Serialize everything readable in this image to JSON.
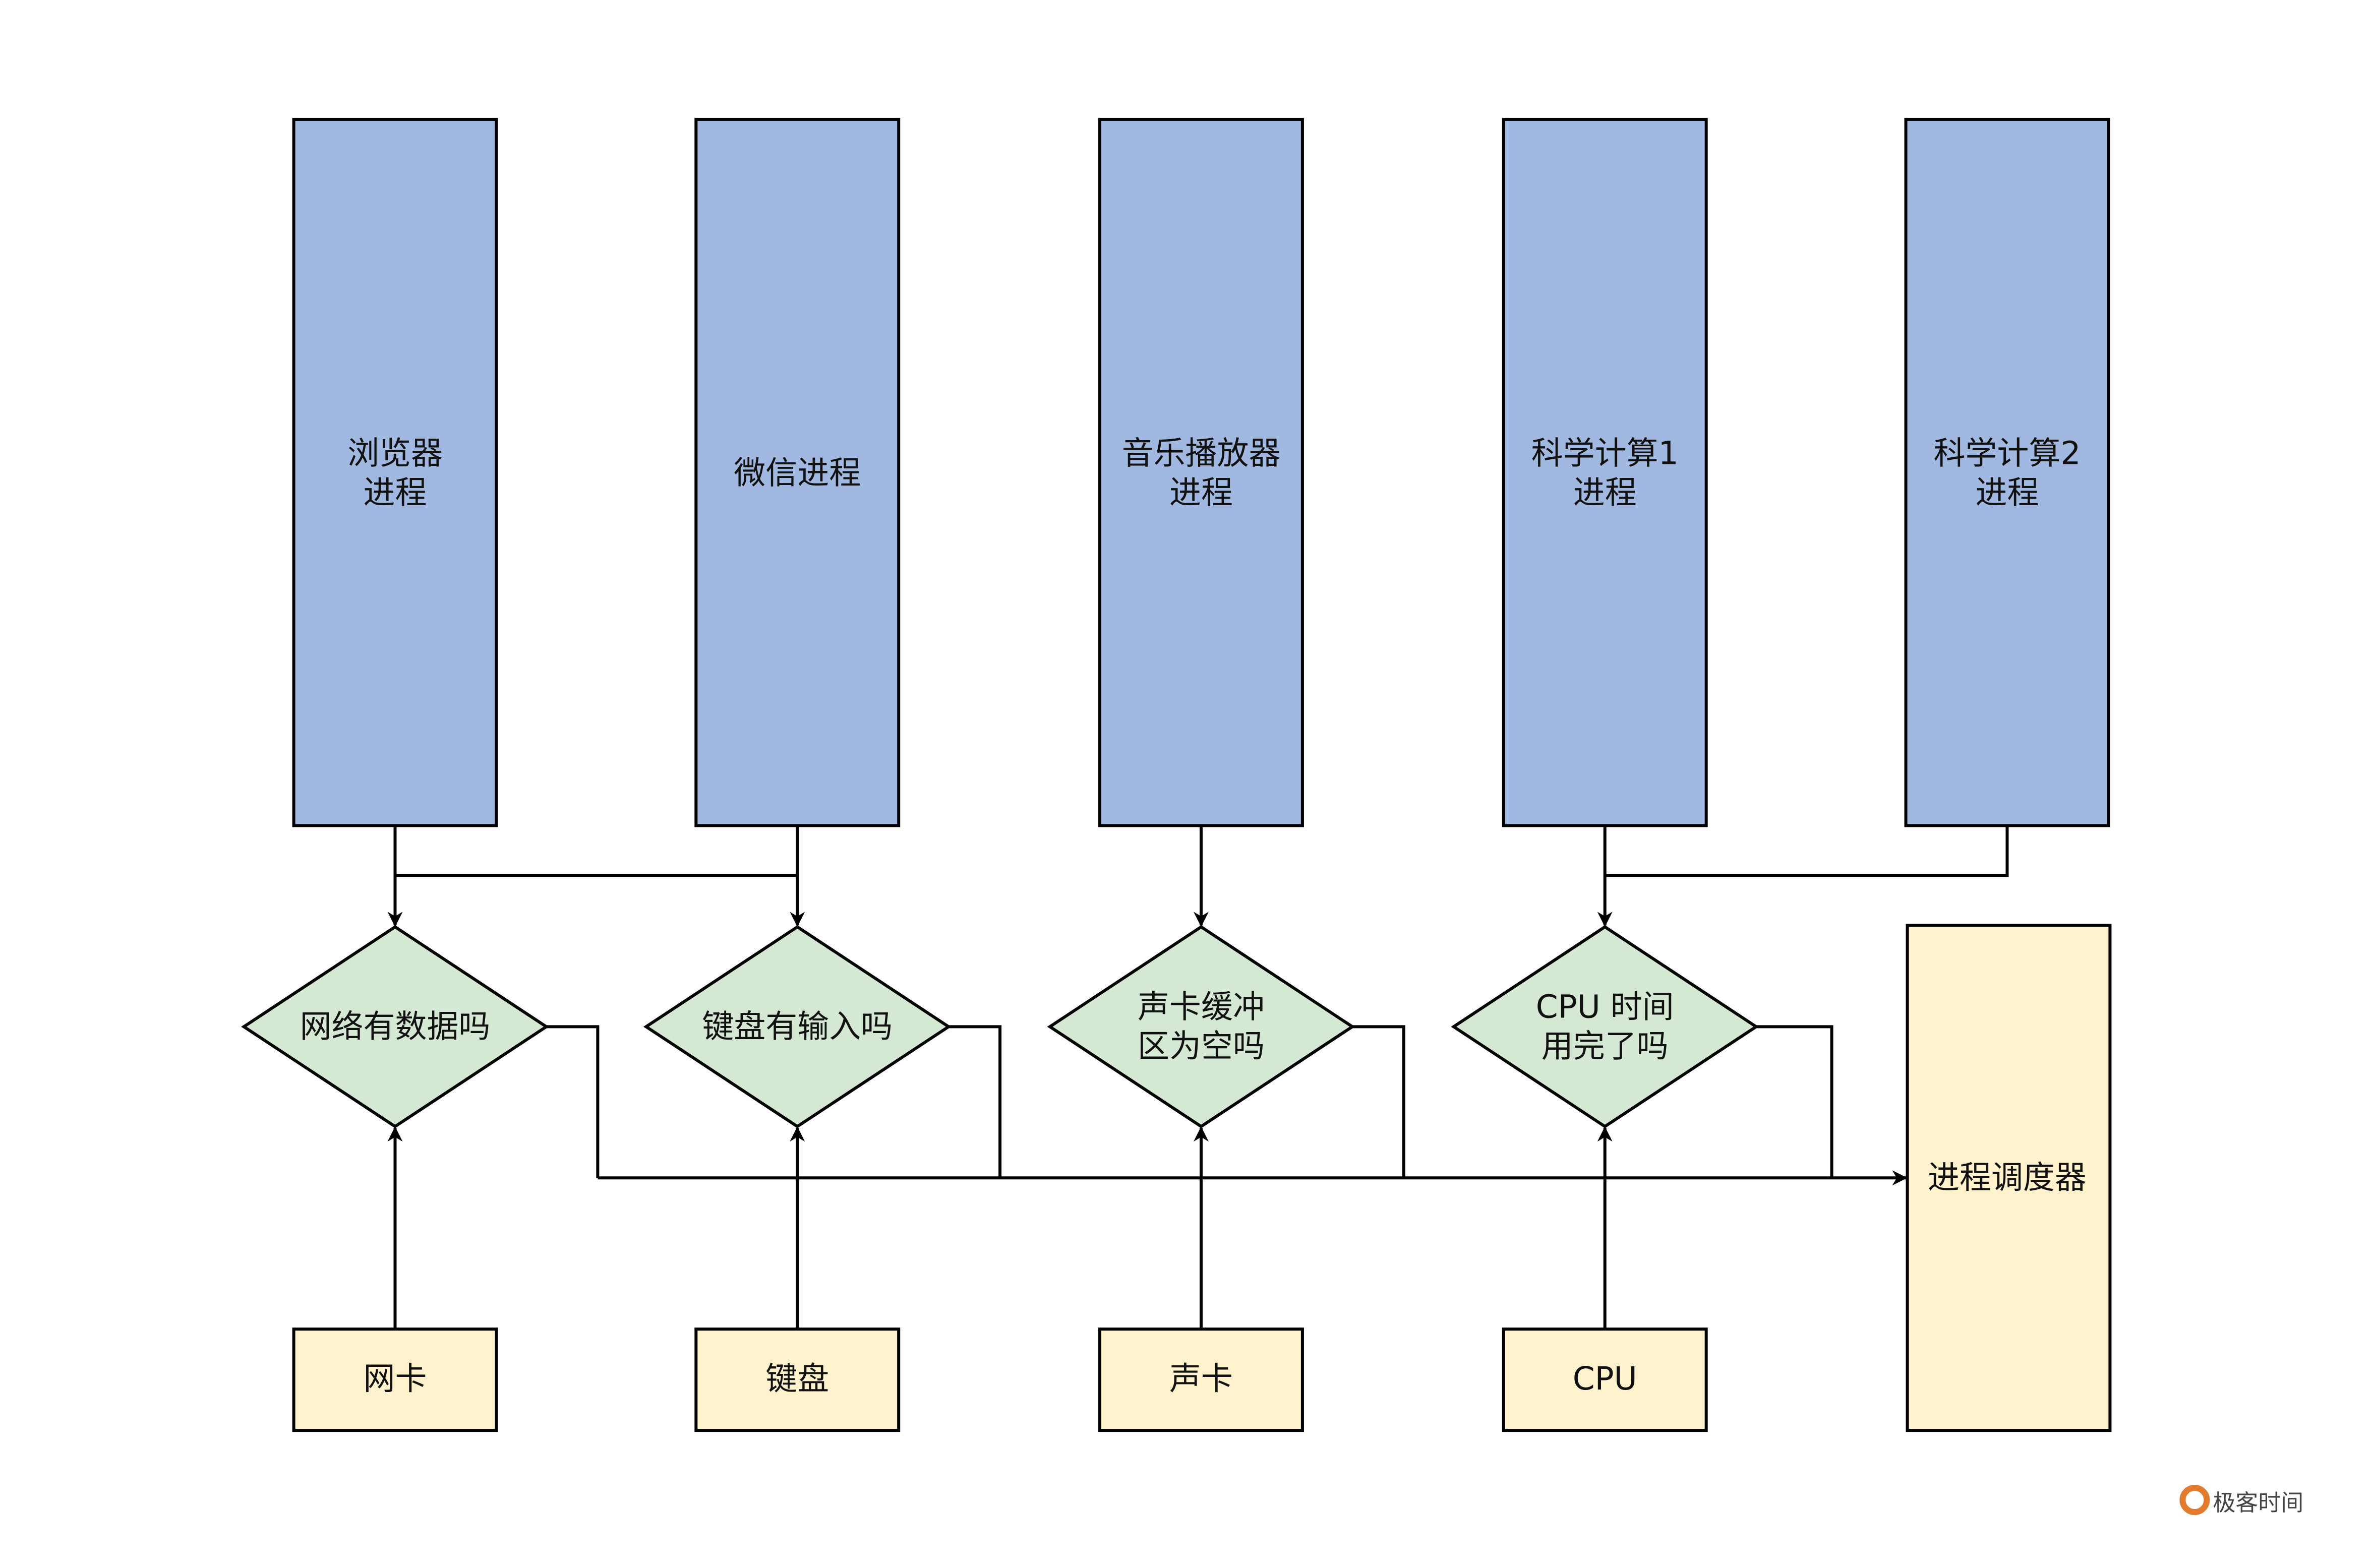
{
  "colors": {
    "process": "#a1b9e0",
    "decision": "#d5e8d4",
    "device": "#fff2cc",
    "stroke": "#000000",
    "logo": "#e07b2f"
  },
  "processes": [
    {
      "lines": [
        "浏览器",
        "进程"
      ]
    },
    {
      "lines": [
        "微信进程"
      ]
    },
    {
      "lines": [
        "音乐播放器",
        "进程"
      ]
    },
    {
      "lines": [
        "科学计算1",
        "进程"
      ]
    },
    {
      "lines": [
        "科学计算2",
        "进程"
      ]
    }
  ],
  "decisions": [
    {
      "lines": [
        "网络有数据吗"
      ]
    },
    {
      "lines": [
        "键盘有输入吗"
      ]
    },
    {
      "lines": [
        "声卡缓冲",
        "区为空吗"
      ]
    },
    {
      "lines": [
        "CPU 时间",
        "用完了吗"
      ]
    }
  ],
  "devices": [
    {
      "lines": [
        "网卡"
      ]
    },
    {
      "lines": [
        "键盘"
      ]
    },
    {
      "lines": [
        "声卡"
      ]
    },
    {
      "lines": [
        "CPU"
      ]
    }
  ],
  "scheduler": {
    "lines": [
      "进程调度器"
    ]
  },
  "logo": {
    "text": "极客时间"
  }
}
